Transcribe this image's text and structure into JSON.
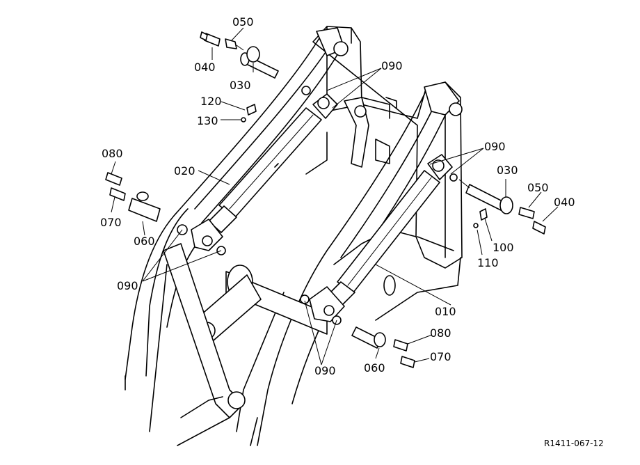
{
  "callouts": {
    "p010": "010",
    "p020": "020",
    "p030a": "030",
    "p030b": "030",
    "p040a": "040",
    "p040b": "040",
    "p050a": "050",
    "p050b": "050",
    "p060a": "060",
    "p060b": "060",
    "p070a": "070",
    "p070b": "070",
    "p080a": "080",
    "p080b": "080",
    "p090a": "090",
    "p090b": "090",
    "p090c": "090",
    "p090d": "090",
    "p100": "100",
    "p110": "110",
    "p120": "120",
    "p130": "130"
  },
  "reference_code": "R1411-067-12"
}
